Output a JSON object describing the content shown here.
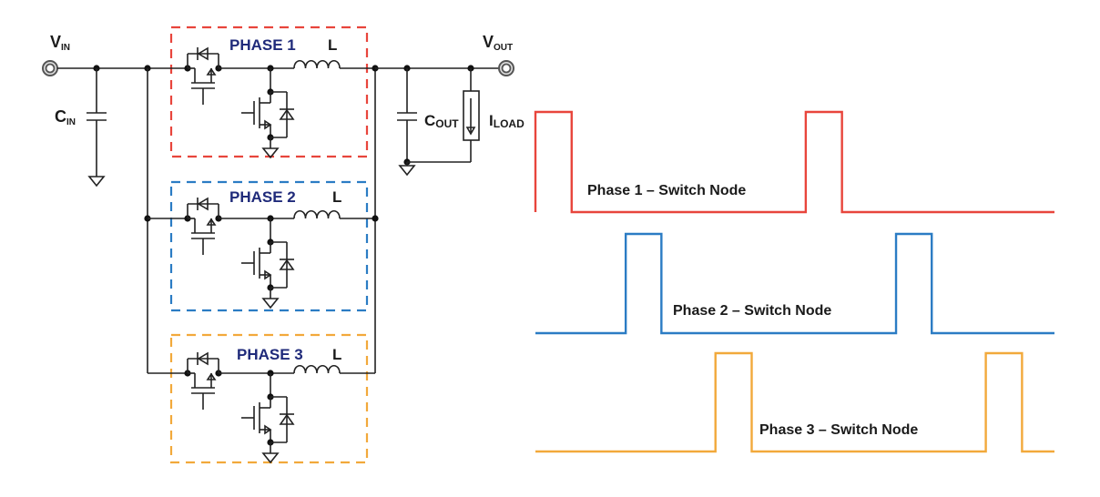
{
  "diagram": {
    "title": "Three-phase interleaved buck converter with switch node waveforms",
    "input": {
      "label": "V",
      "sub": "IN"
    },
    "output": {
      "label": "V",
      "sub": "OUT"
    },
    "input_cap": {
      "label": "C",
      "sub": "IN"
    },
    "output_cap": {
      "label": "C",
      "sub": "OUT"
    },
    "load": {
      "label": "I",
      "sub": "LOAD"
    },
    "phases": [
      {
        "title": "PHASE 1",
        "inductor": "L",
        "color": "#e8453c"
      },
      {
        "title": "PHASE 2",
        "inductor": "L",
        "color": "#2b7cc4"
      },
      {
        "title": "PHASE 3",
        "inductor": "L",
        "color": "#f2a93b"
      }
    ],
    "waveforms": [
      {
        "label": "Phase 1 – Switch Node",
        "color": "#e8453c",
        "pulses": [
          [
            0.0,
            0.067
          ],
          [
            0.5,
            0.567
          ]
        ]
      },
      {
        "label": "Phase 2 – Switch Node",
        "color": "#2b7cc4",
        "pulses": [
          [
            0.167,
            0.233
          ],
          [
            0.667,
            0.733
          ]
        ]
      },
      {
        "label": "Phase 3 – Switch Node",
        "color": "#f2a93b",
        "pulses": [
          [
            0.333,
            0.4
          ],
          [
            0.833,
            0.9
          ]
        ]
      }
    ],
    "text_color": "#1a1a1a",
    "phase_title_color": "#1f2a7a"
  }
}
